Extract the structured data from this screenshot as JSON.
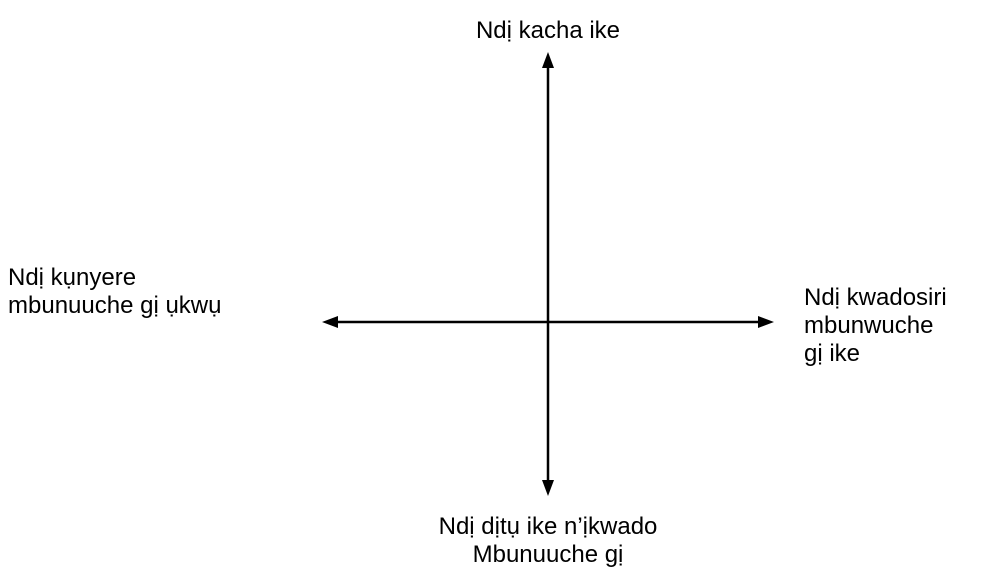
{
  "diagram": {
    "top_label": "Ndị kacha ike",
    "bottom_label": {
      "line1": "Ndị dịtụ ike n’ịkwado",
      "line2": "Mbunuuche gị"
    },
    "left_label": {
      "line1": "Ndị kụnyere",
      "line2": "mbunuuche gị ụkwụ"
    },
    "right_label": {
      "line1": "Ndị kwadosiri",
      "line2": "mbunwuche",
      "line3": "gị ike"
    },
    "colors": {
      "line": "#000000",
      "text": "#000000",
      "background": "#ffffff"
    }
  }
}
